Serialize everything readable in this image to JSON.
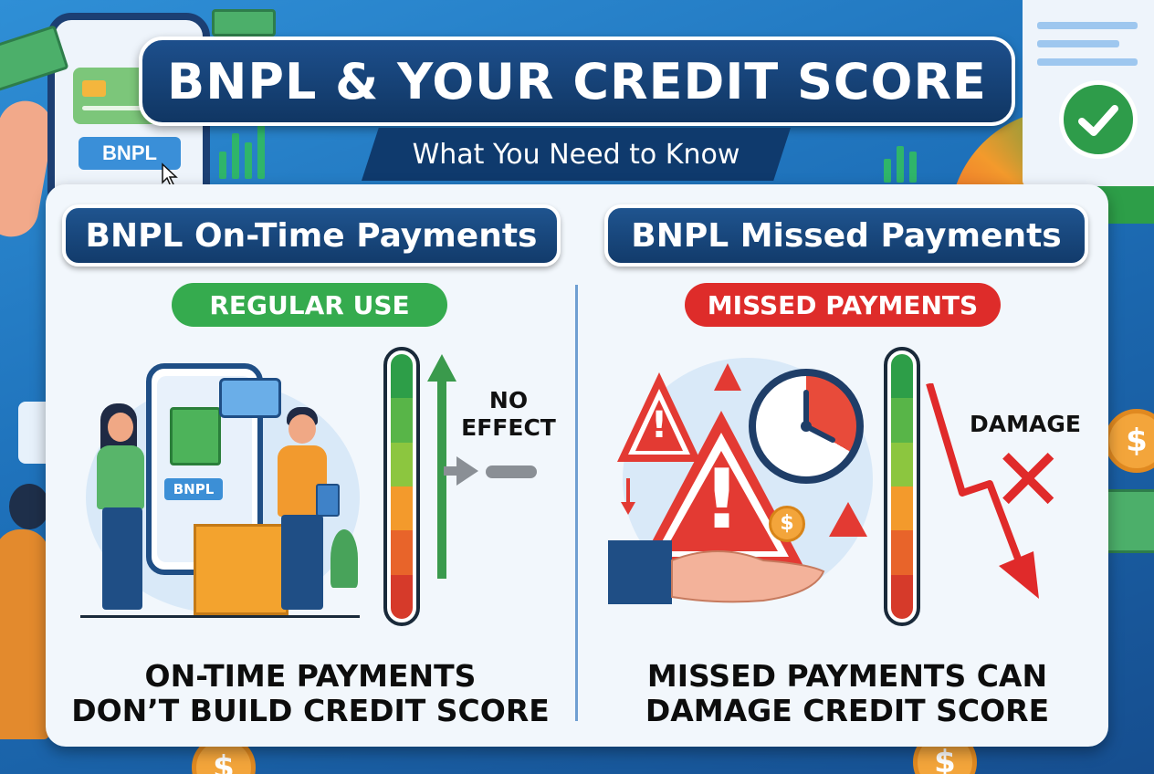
{
  "header": {
    "title": "BNPL & YOUR CREDIT SCORE",
    "subtitle": "What You Need to Know"
  },
  "background": {
    "phone_button_label": "BNPL",
    "coin_symbol": "$"
  },
  "left_panel": {
    "heading": "BNPL On-Time Payments",
    "badge": "REGULAR USE",
    "illustration_label": "BNPL",
    "meter_effect_label_line1": "NO",
    "meter_effect_label_line2": "EFFECT",
    "caption_line1": "ON-TIME PAYMENTS",
    "caption_line2": "DON’T BUILD CREDIT SCORE"
  },
  "right_panel": {
    "heading": "BNPL Missed Payments",
    "badge": "MISSED PAYMENTS",
    "meter_effect_label": "DAMAGE",
    "caption_line1": "MISSED PAYMENTS CAN",
    "caption_line2": "DAMAGE CREDIT SCORE"
  },
  "colors": {
    "navy": "#123b6b",
    "green_badge": "#35ab4e",
    "red_badge": "#de2c2a",
    "panel_bg": "#f2f7fc"
  },
  "meter": {
    "segments": [
      "#2d9e48",
      "#58b548",
      "#8cc63f",
      "#f39a2c",
      "#e8642a",
      "#d63a2a"
    ]
  },
  "icons": {
    "up_arrow": "up-arrow-icon",
    "right_arrow": "right-arrow-icon",
    "dash": "dash-icon",
    "down_arrow": "down-arrow-icon",
    "x_mark": "x-mark-icon",
    "warning": "warning-icon",
    "clock": "clock-icon",
    "check": "check-icon"
  }
}
